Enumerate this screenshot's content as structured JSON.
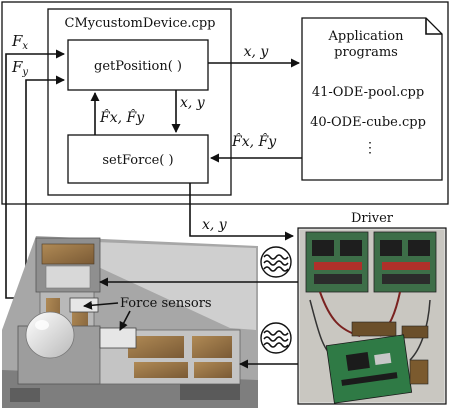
{
  "device_box": {
    "title": "CMycustomDevice.cpp"
  },
  "get_position": {
    "label": "getPosition( )"
  },
  "set_force": {
    "label": "setForce( )"
  },
  "app_box": {
    "title_line1": "Application",
    "title_line2": "programs",
    "file1": "41-ODE-pool.cpp",
    "file2": "40-ODE-cube.cpp",
    "ellipsis": "⋮"
  },
  "signals": {
    "fx": "F",
    "fx_sub": "x",
    "fy": "F",
    "fy_sub": "y",
    "xy_right": "x, y",
    "xy_down": "x, y",
    "xy_driver": "x, y",
    "fhat_inner": "F̂x, F̂y",
    "fhat_app": "F̂x, F̂y"
  },
  "driver": {
    "label": "Driver"
  },
  "sensors": {
    "label": "Force sensors"
  },
  "colors": {
    "line": "#111111",
    "board_green": "#2f7a45",
    "driver_red": "#b0302a"
  }
}
